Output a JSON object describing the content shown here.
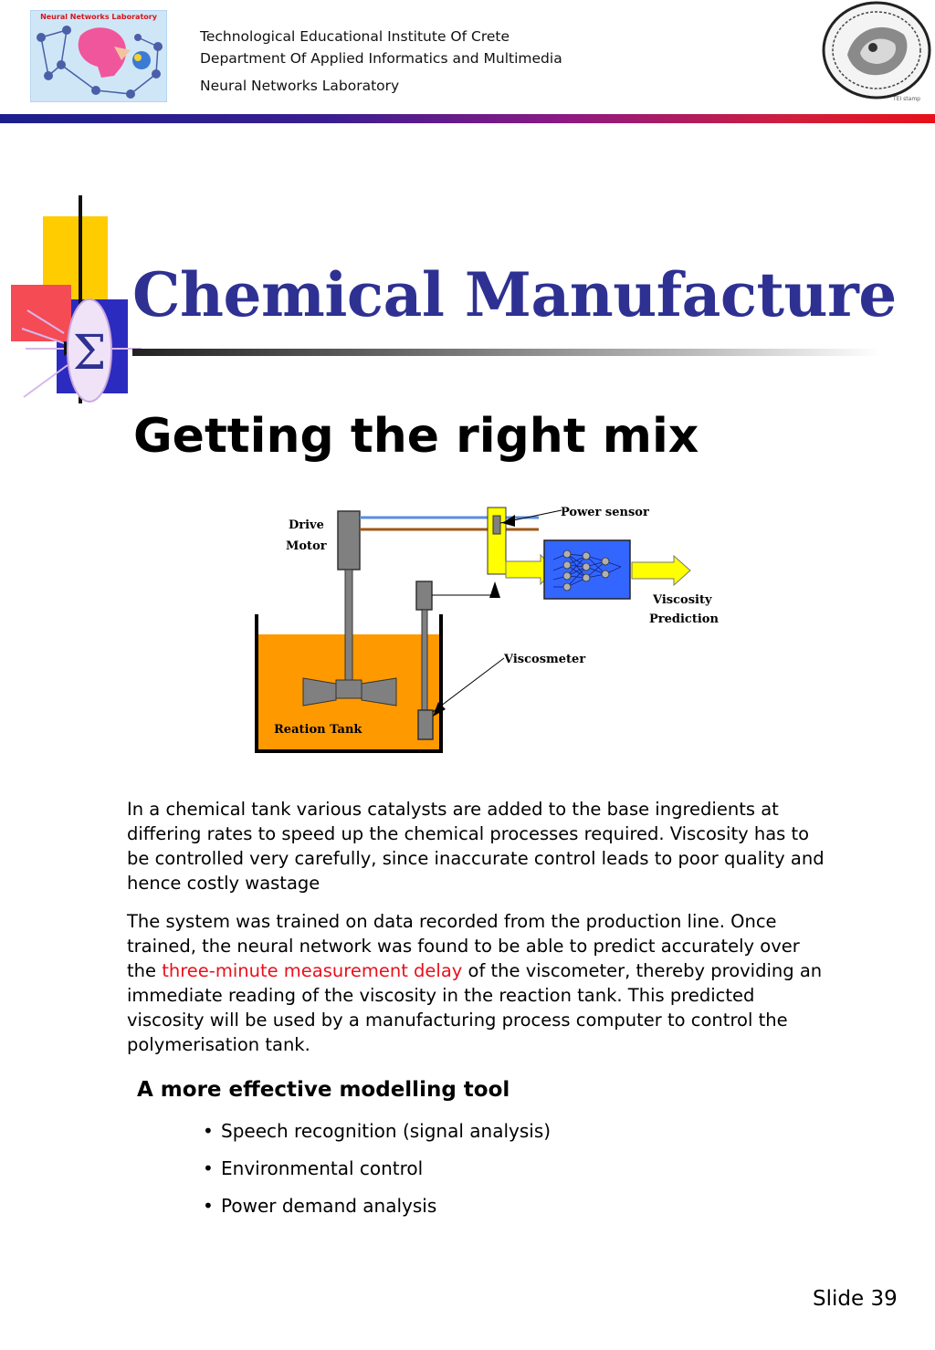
{
  "header": {
    "institution": "Technological Educational Institute Of Crete",
    "department": "Department Of Applied Informatics and Multimedia",
    "lab": "Neural Networks Laboratory",
    "logo_text": "Neural Networks Laboratory",
    "seal_text": "TEI stamp",
    "bar_colors": [
      "#1b1f8c",
      "#8b1a84",
      "#e8101a"
    ]
  },
  "title": "Chemical Manufacture",
  "title_color": "#2e3192",
  "decor_symbol": "Σ",
  "subtitle": "Getting the right mix",
  "diagram": {
    "drive_motor_1": "Drive",
    "drive_motor_2": "Motor",
    "power_sensor": "Power sensor",
    "viscosity_1": "Viscosity",
    "viscosity_2": "Prediction",
    "viscometer": "Viscosmeter",
    "tank": "Reation Tank",
    "tank_color": "#ff9900",
    "arrow_color": "#ffff00",
    "network_color": "#3366ff"
  },
  "paragraphs": {
    "p1": "In a chemical tank various catalysts are added to the base ingredients at differing rates to speed up the chemical processes required. Viscosity has to be controlled very carefully, since inaccurate control leads to poor quality and hence costly wastage",
    "p2_before": "The system was trained on data recorded from the production line. Once trained, the neural network was found to be able to predict accurately over the ",
    "p2_highlight": "three-minute measurement delay",
    "p2_after": " of the viscometer, thereby providing an immediate reading of the viscosity in the reaction tank. This predicted viscosity will be used by a manufacturing process computer to control the polymerisation tank."
  },
  "section": {
    "heading": "A more effective modelling tool",
    "bullets": [
      "Speech recognition (signal analysis)",
      "Environmental control",
      "Power demand analysis"
    ]
  },
  "slide_number": "Slide 39"
}
